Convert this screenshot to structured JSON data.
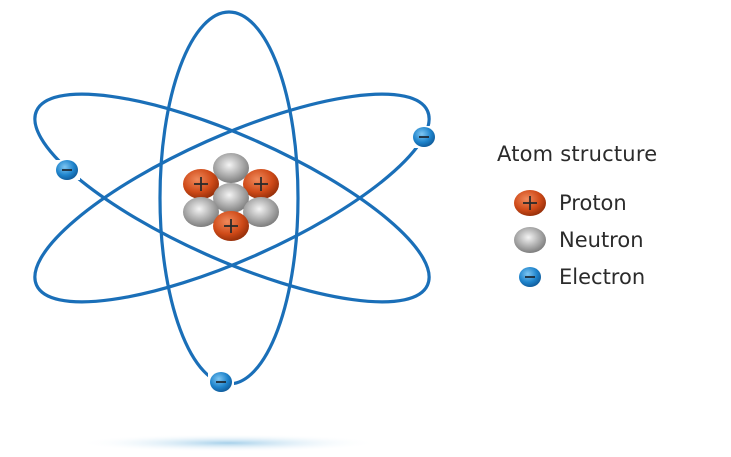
{
  "title": "Atom structure",
  "legend": [
    {
      "key": "proton",
      "label": "Proton",
      "symbol": "+",
      "color": "#d0521e"
    },
    {
      "key": "neutron",
      "label": "Neutron",
      "symbol": "",
      "color": "#9a9a9a"
    },
    {
      "key": "electron",
      "label": "Electron",
      "symbol": "−",
      "color": "#1a78c2"
    }
  ],
  "colors": {
    "orbit": "#1a6fb8",
    "text": "#2b2b2b",
    "background": "#ffffff"
  },
  "nucleus": {
    "protons": 3,
    "neutrons": 4
  },
  "electrons": 3,
  "orbits": 3
}
